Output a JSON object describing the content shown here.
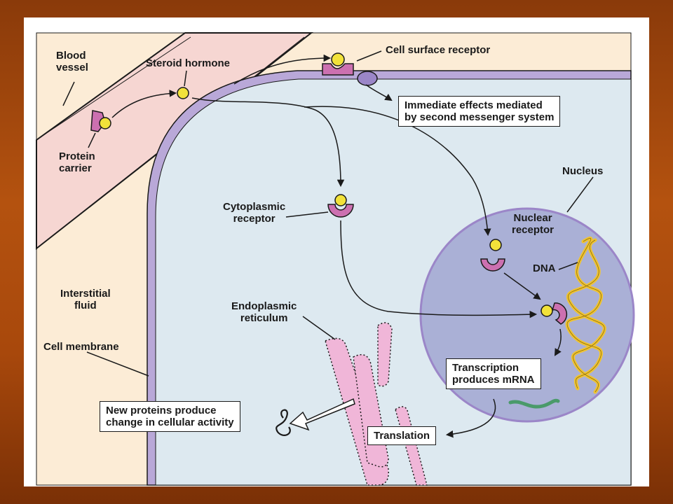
{
  "labels": {
    "blood_vessel": [
      "Blood",
      "vessel"
    ],
    "steroid_hormone": "Steroid hormone",
    "protein_carrier": [
      "Protein",
      "carrier"
    ],
    "cell_surface_receptor": "Cell surface receptor",
    "nucleus": "Nucleus",
    "cytoplasmic_receptor": [
      "Cytoplasmic",
      "receptor"
    ],
    "nuclear_receptor": [
      "Nuclear",
      "receptor"
    ],
    "dna": "DNA",
    "interstitial_fluid": [
      "Interstitial",
      "fluid"
    ],
    "cell_membrane": "Cell membrane",
    "endoplasmic_reticulum": [
      "Endoplasmic",
      "reticulum"
    ]
  },
  "boxes": {
    "immediate_effects": [
      "Immediate effects mediated",
      "by second messenger system"
    ],
    "transcription": [
      "Transcription",
      "produces mRNA"
    ],
    "new_proteins": [
      "New proteins produce",
      "change in cellular activity"
    ],
    "translation": "Translation"
  },
  "colors": {
    "background": "#a8480c",
    "blood_vessel": "#f6d6d2",
    "cell_interior": "#dde9f0",
    "membrane": "#b9a8d8",
    "interstitial": "#fcecd6",
    "nucleus": "#aab0d6",
    "hormone": "#f2e23a",
    "receptor": "#cc70b0",
    "dna": "#f0c430",
    "mrna": "#4a9a6a",
    "er": "#f0b6d8"
  }
}
